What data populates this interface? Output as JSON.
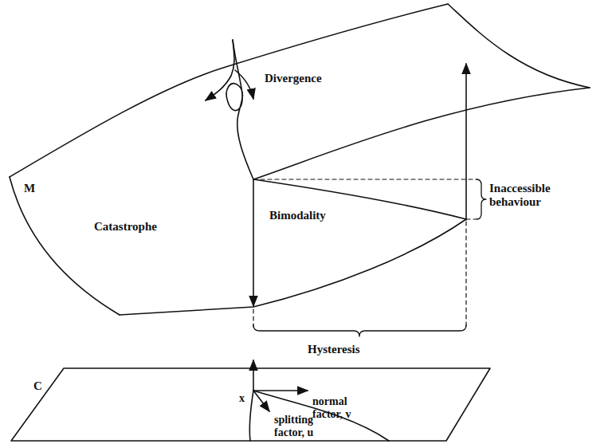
{
  "diagram": {
    "labels": [
      "Divergence",
      "M",
      "Inaccessible behaviour",
      "Catastrophe",
      "Bimodality",
      "Hysteresis",
      "C",
      "x",
      "normal factor, v",
      "splitting factor, u"
    ]
  }
}
